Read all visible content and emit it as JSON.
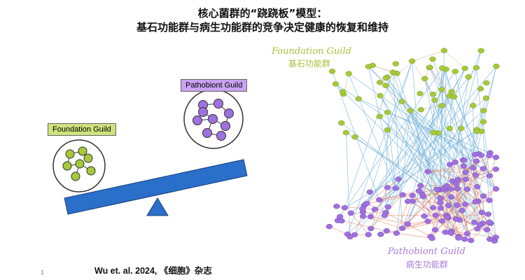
{
  "title": {
    "line1": "核心菌群的“跷跷板”模型：",
    "line2": "基石功能群与病生功能群的竞争决定健康的恢复和维持"
  },
  "seesaw": {
    "pathobiont_label": "Pathobiont Guild",
    "foundation_label": "Foundation Guild"
  },
  "network": {
    "foundation_label": "Foundation Guild",
    "foundation_sub": "基石功能群",
    "pathobiont_label": "Pathobiont Guild",
    "pathobiont_sub": "病生功能群"
  },
  "citation": "Wu et. al. 2024, 《细胞》杂志",
  "page_number": "1",
  "colors": {
    "foundation": "#a6c93a",
    "pathobiont": "#a070e0",
    "beam": "#2a6fc9",
    "cross_edge": "#6fb0d8",
    "patho_edge": "#e07050"
  }
}
